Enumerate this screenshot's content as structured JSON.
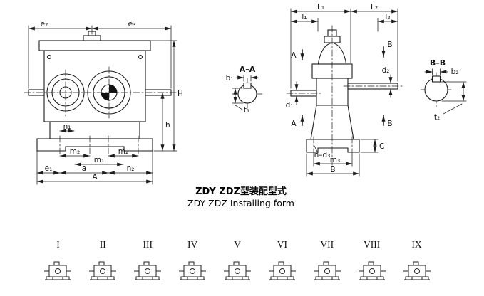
{
  "caption": {
    "title_cn": "ZDY ZDZ型装配型式",
    "title_en": "ZDY ZDZ Installing form"
  },
  "front_view": {
    "e2": "e₂",
    "e3": "e₃",
    "H": "H",
    "h": "h",
    "n1": "n₁",
    "m2_left": "m₂",
    "m2_right": "m₂",
    "m1": "m₁",
    "e1": "e₁",
    "a": "a",
    "n2": "n₂",
    "A": "A"
  },
  "section_aa": {
    "title": "A–A",
    "b1": "b₁",
    "t1": "t₁"
  },
  "section_bb": {
    "title": "B–B",
    "b2": "b₂",
    "t2": "t₂"
  },
  "side_view": {
    "L1": "L₁",
    "L2": "L₂",
    "l1": "l₁",
    "l2": "l₂",
    "A_top": "A",
    "A_bottom": "A",
    "B_top": "B",
    "B_bottom": "B",
    "d1": "d₁",
    "d2": "d₂",
    "C": "C",
    "n_d3": "n–d₃",
    "m3": "m₃",
    "B_base": "B"
  },
  "forms": [
    {
      "numeral": "I"
    },
    {
      "numeral": "II"
    },
    {
      "numeral": "III"
    },
    {
      "numeral": "IV"
    },
    {
      "numeral": "V"
    },
    {
      "numeral": "VI"
    },
    {
      "numeral": "VII"
    },
    {
      "numeral": "VIII"
    },
    {
      "numeral": "IX"
    }
  ]
}
